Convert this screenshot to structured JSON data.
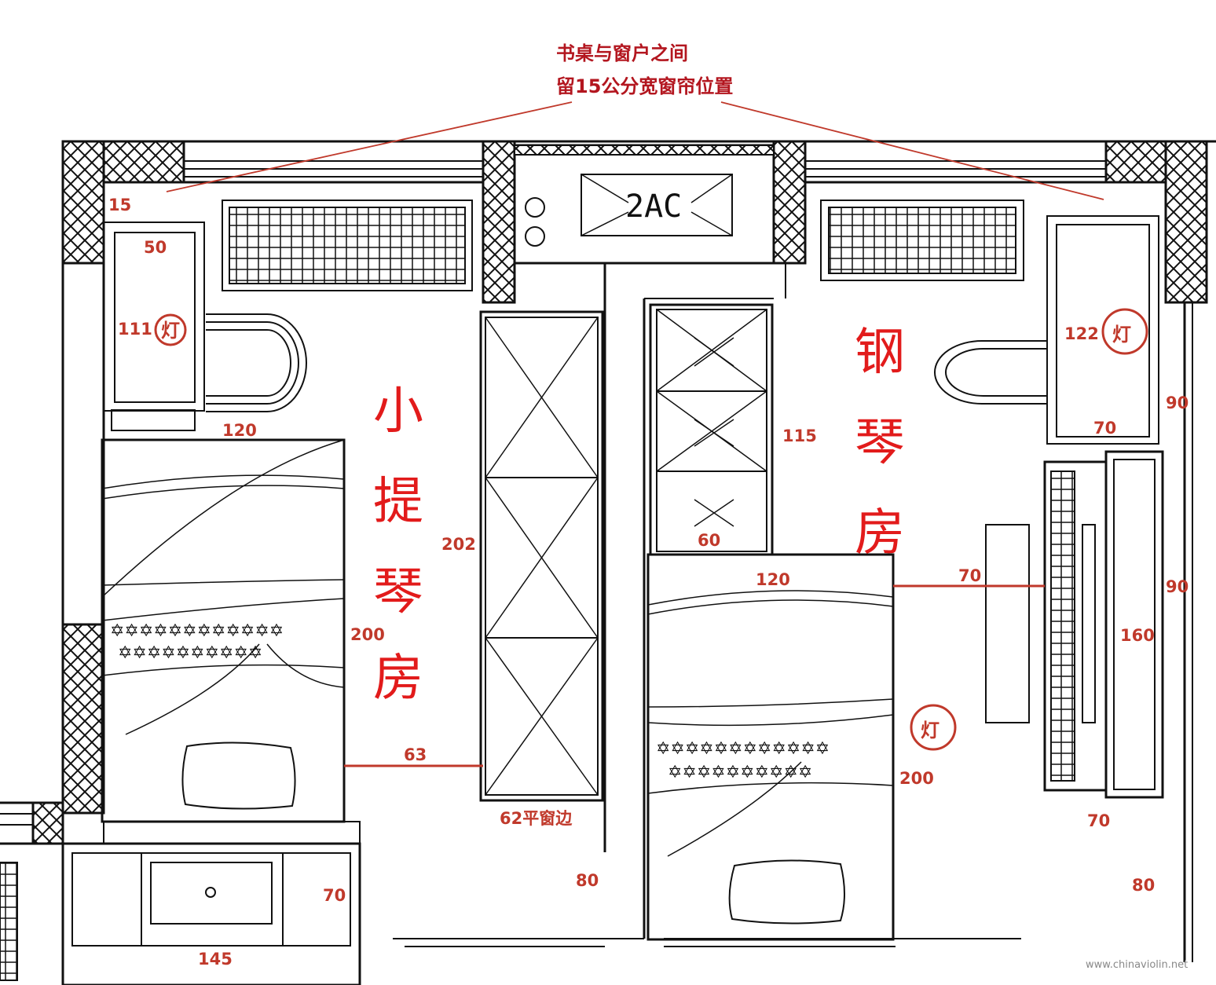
{
  "note": {
    "line1": "书桌与窗户之间",
    "line2": "留15公分宽窗帘位置"
  },
  "rooms": {
    "violin": {
      "c1": "小",
      "c2": "提",
      "c3": "琴",
      "c4": "房"
    },
    "piano": {
      "c1": "钢",
      "c2": "琴",
      "c3": "房"
    }
  },
  "ac_label": "2AC",
  "lamp_label": "灯",
  "dimensions": {
    "d15": "15",
    "d50": "50",
    "d111": "111",
    "d120_left": "120",
    "d202": "202",
    "d200_left": "200",
    "d63": "63",
    "d62": "62平窗边",
    "d80_mid": "80",
    "d70_desk": "70",
    "d145": "145",
    "d115": "115",
    "d60": "60",
    "d120_right": "120",
    "d70_piano": "70",
    "d200_right": "200",
    "d122": "122",
    "d90_top": "90",
    "d70_right_desk": "70",
    "d90_mid": "90",
    "d160": "160",
    "d70_bottom": "70",
    "d80_right": "80"
  },
  "watermark": "www.chinaviolin.net",
  "colors": {
    "annotation": "#c0392b",
    "room_label": "#e21b1b",
    "lines": "#111111"
  }
}
